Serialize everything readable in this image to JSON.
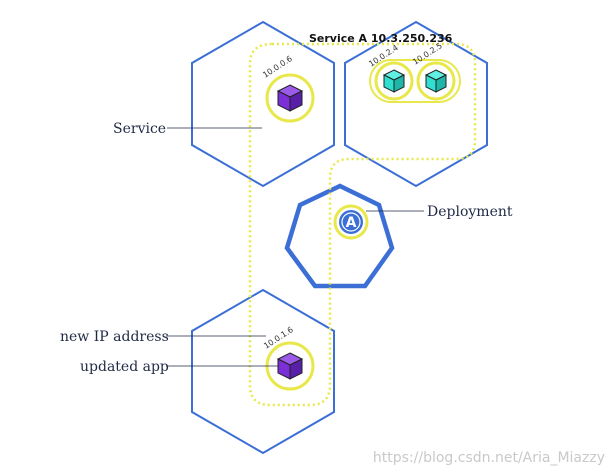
{
  "service": {
    "title": "Service A 10.3.250.236",
    "label": "Service"
  },
  "deployment": {
    "label": "Deployment",
    "icon_letter": "A"
  },
  "callouts": {
    "new_ip": "new IP address",
    "updated_app": "updated app"
  },
  "pods": [
    {
      "ip": "10.0.0.6",
      "color": "purple"
    },
    {
      "ip": "10.0.2.4",
      "color": "teal"
    },
    {
      "ip": "10.0.2.5",
      "color": "teal"
    },
    {
      "ip": "10.0.1.6",
      "color": "purple"
    }
  ],
  "watermark": "https://blog.csdn.net/Aria_Miazzy",
  "colors": {
    "node_border": "#3b6fd6",
    "service_dotted": "#e8e84a",
    "pod_ring": "#e8e84a",
    "pod_purple": "#7b2fd6",
    "pod_teal": "#2fe0d0",
    "deployment_fill": "#3b6fd6"
  }
}
